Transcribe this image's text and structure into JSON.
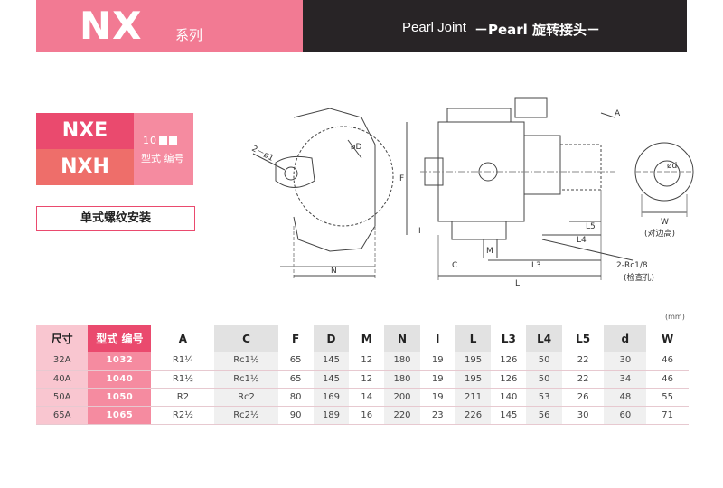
{
  "header": {
    "series_code": "NX",
    "series_label": "系列",
    "product_en": "Pearl Joint",
    "product_cn": "－Pearl 旋转接头－"
  },
  "model": {
    "primary": "NXE",
    "secondary": "NXH",
    "code_prefix": "10",
    "code_label": "型式 编号",
    "mount_label": "单式螺纹安装"
  },
  "drawing": {
    "labels": {
      "holes": "2－ø1",
      "od": "øD",
      "n": "N",
      "f": "F",
      "a": "A",
      "c": "C",
      "m": "M",
      "i": "I",
      "l": "L",
      "l3": "L3",
      "l4": "L4",
      "l5": "L5",
      "rc": "2-Rc1/8",
      "rc_note": "(检查孔)",
      "d": "ød",
      "w": "W",
      "w_note": "(对边高)"
    }
  },
  "table": {
    "unit": "(mm)",
    "headers": [
      "尺寸",
      "型式 编号",
      "A",
      "C",
      "F",
      "D",
      "M",
      "N",
      "I",
      "L",
      "L3",
      "L4",
      "L5",
      "d",
      "W"
    ],
    "rows": [
      [
        "32A",
        "1032",
        "R1¼",
        "Rc1½",
        "65",
        "145",
        "12",
        "180",
        "19",
        "195",
        "126",
        "50",
        "22",
        "30",
        "46"
      ],
      [
        "40A",
        "1040",
        "R1½",
        "Rc1½",
        "65",
        "145",
        "12",
        "180",
        "19",
        "195",
        "126",
        "50",
        "22",
        "34",
        "46"
      ],
      [
        "50A",
        "1050",
        "R2",
        "Rc2",
        "80",
        "169",
        "14",
        "200",
        "19",
        "211",
        "140",
        "53",
        "26",
        "48",
        "55"
      ],
      [
        "65A",
        "1065",
        "R2½",
        "Rc2½",
        "90",
        "189",
        "16",
        "220",
        "23",
        "226",
        "145",
        "56",
        "30",
        "60",
        "71"
      ]
    ]
  }
}
